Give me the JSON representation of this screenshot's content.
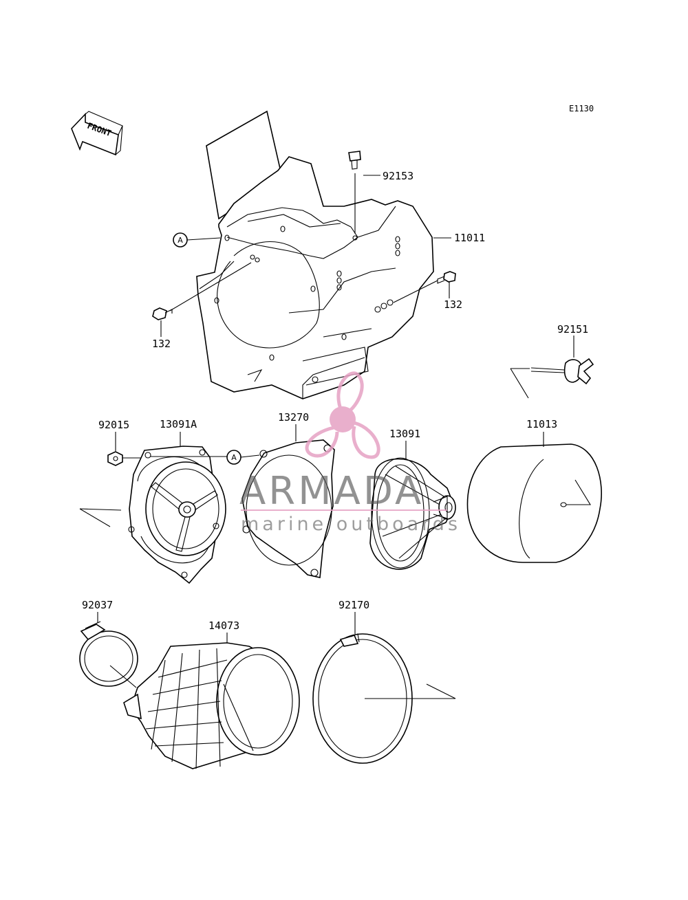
{
  "diagram_code": "E1130",
  "front_arrow": "FRONT",
  "ref_marker": "A",
  "watermark": {
    "brand": "ARMADA",
    "tagline": "marine outboards",
    "color": "#e9a9c8"
  },
  "parts": {
    "p92153": "92153",
    "p11011": "11011",
    "p132_left": "132",
    "p132_right": "132",
    "p92151": "92151",
    "p92015": "92015",
    "p13091A": "13091A",
    "p13270": "13270",
    "p13091": "13091",
    "p11013": "11013",
    "p92037": "92037",
    "p14073": "14073",
    "p92170": "92170"
  }
}
